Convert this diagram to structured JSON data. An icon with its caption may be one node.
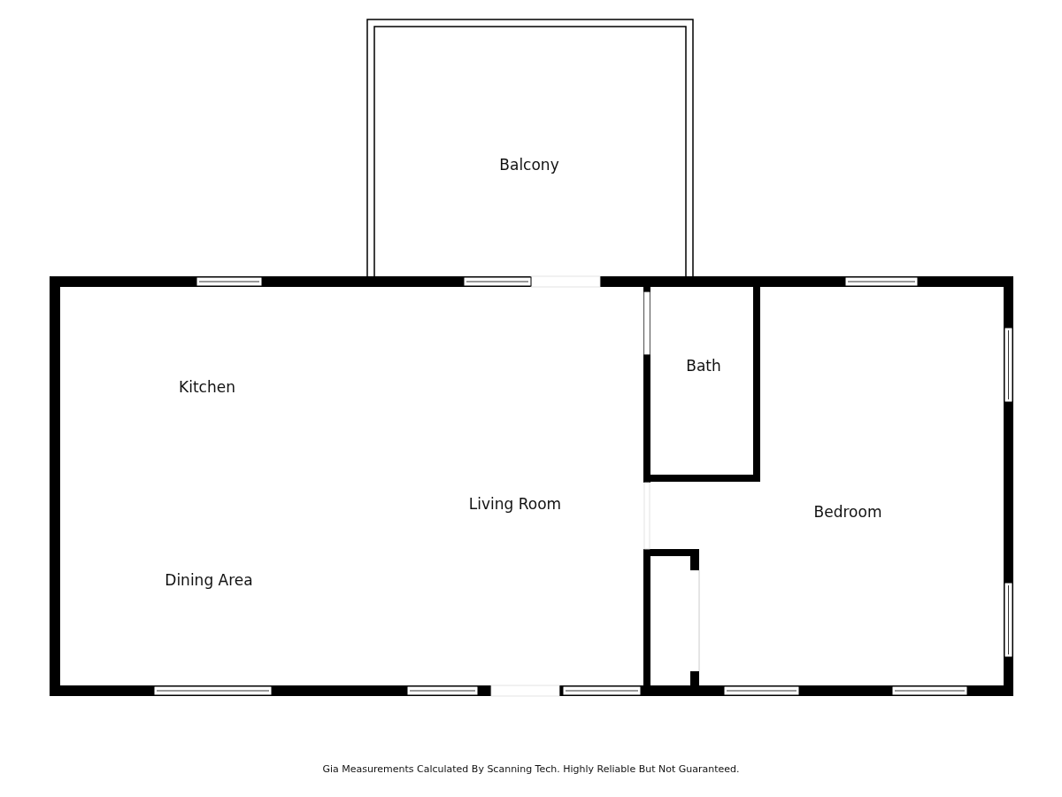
{
  "diagram": {
    "caption": "Gia Measurements Calculated By Scanning Tech. Highly Reliable But Not Guaranteed.",
    "nodes": [
      {
        "text": [
          "Balcony"
        ]
      },
      {
        "text": [
          "Kitchen",
          "Living Room",
          "Dining Area"
        ]
      },
      {
        "text": [
          "Bath"
        ]
      },
      {
        "text": [
          "Bedroom"
        ]
      }
    ],
    "edges": []
  }
}
